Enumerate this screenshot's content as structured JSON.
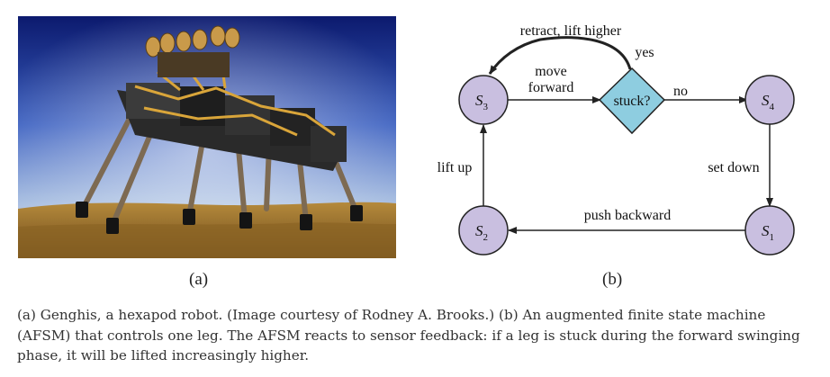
{
  "figure": {
    "panel_a": {
      "label": "(a)",
      "photo_subject": "hexapod robot photograph"
    },
    "panel_b": {
      "label": "(b)",
      "states": {
        "s1": {
          "base": "S",
          "sub": "1"
        },
        "s2": {
          "base": "S",
          "sub": "2"
        },
        "s3": {
          "base": "S",
          "sub": "3"
        },
        "s4": {
          "base": "S",
          "sub": "4"
        }
      },
      "decision": {
        "label": "stuck?"
      },
      "edges": {
        "move_forward_1": "move",
        "move_forward_2": "forward",
        "retract": "retract, lift higher",
        "yes": "yes",
        "no": "no",
        "set_down": "set down",
        "push_backward": "push backward",
        "lift_up": "lift up"
      },
      "colors": {
        "state_fill": "#c9bfe0",
        "decision_fill": "#8ecde0",
        "stroke": "#222222"
      }
    }
  },
  "caption": "(a) Genghis, a hexapod robot. (Image courtesy of Rodney A. Brooks.) (b) An augmented finite state machine (AFSM) that controls one leg. The AFSM reacts to sensor feedback: if a leg is stuck during the forward swinging phase, it will be lifted increasingly higher."
}
